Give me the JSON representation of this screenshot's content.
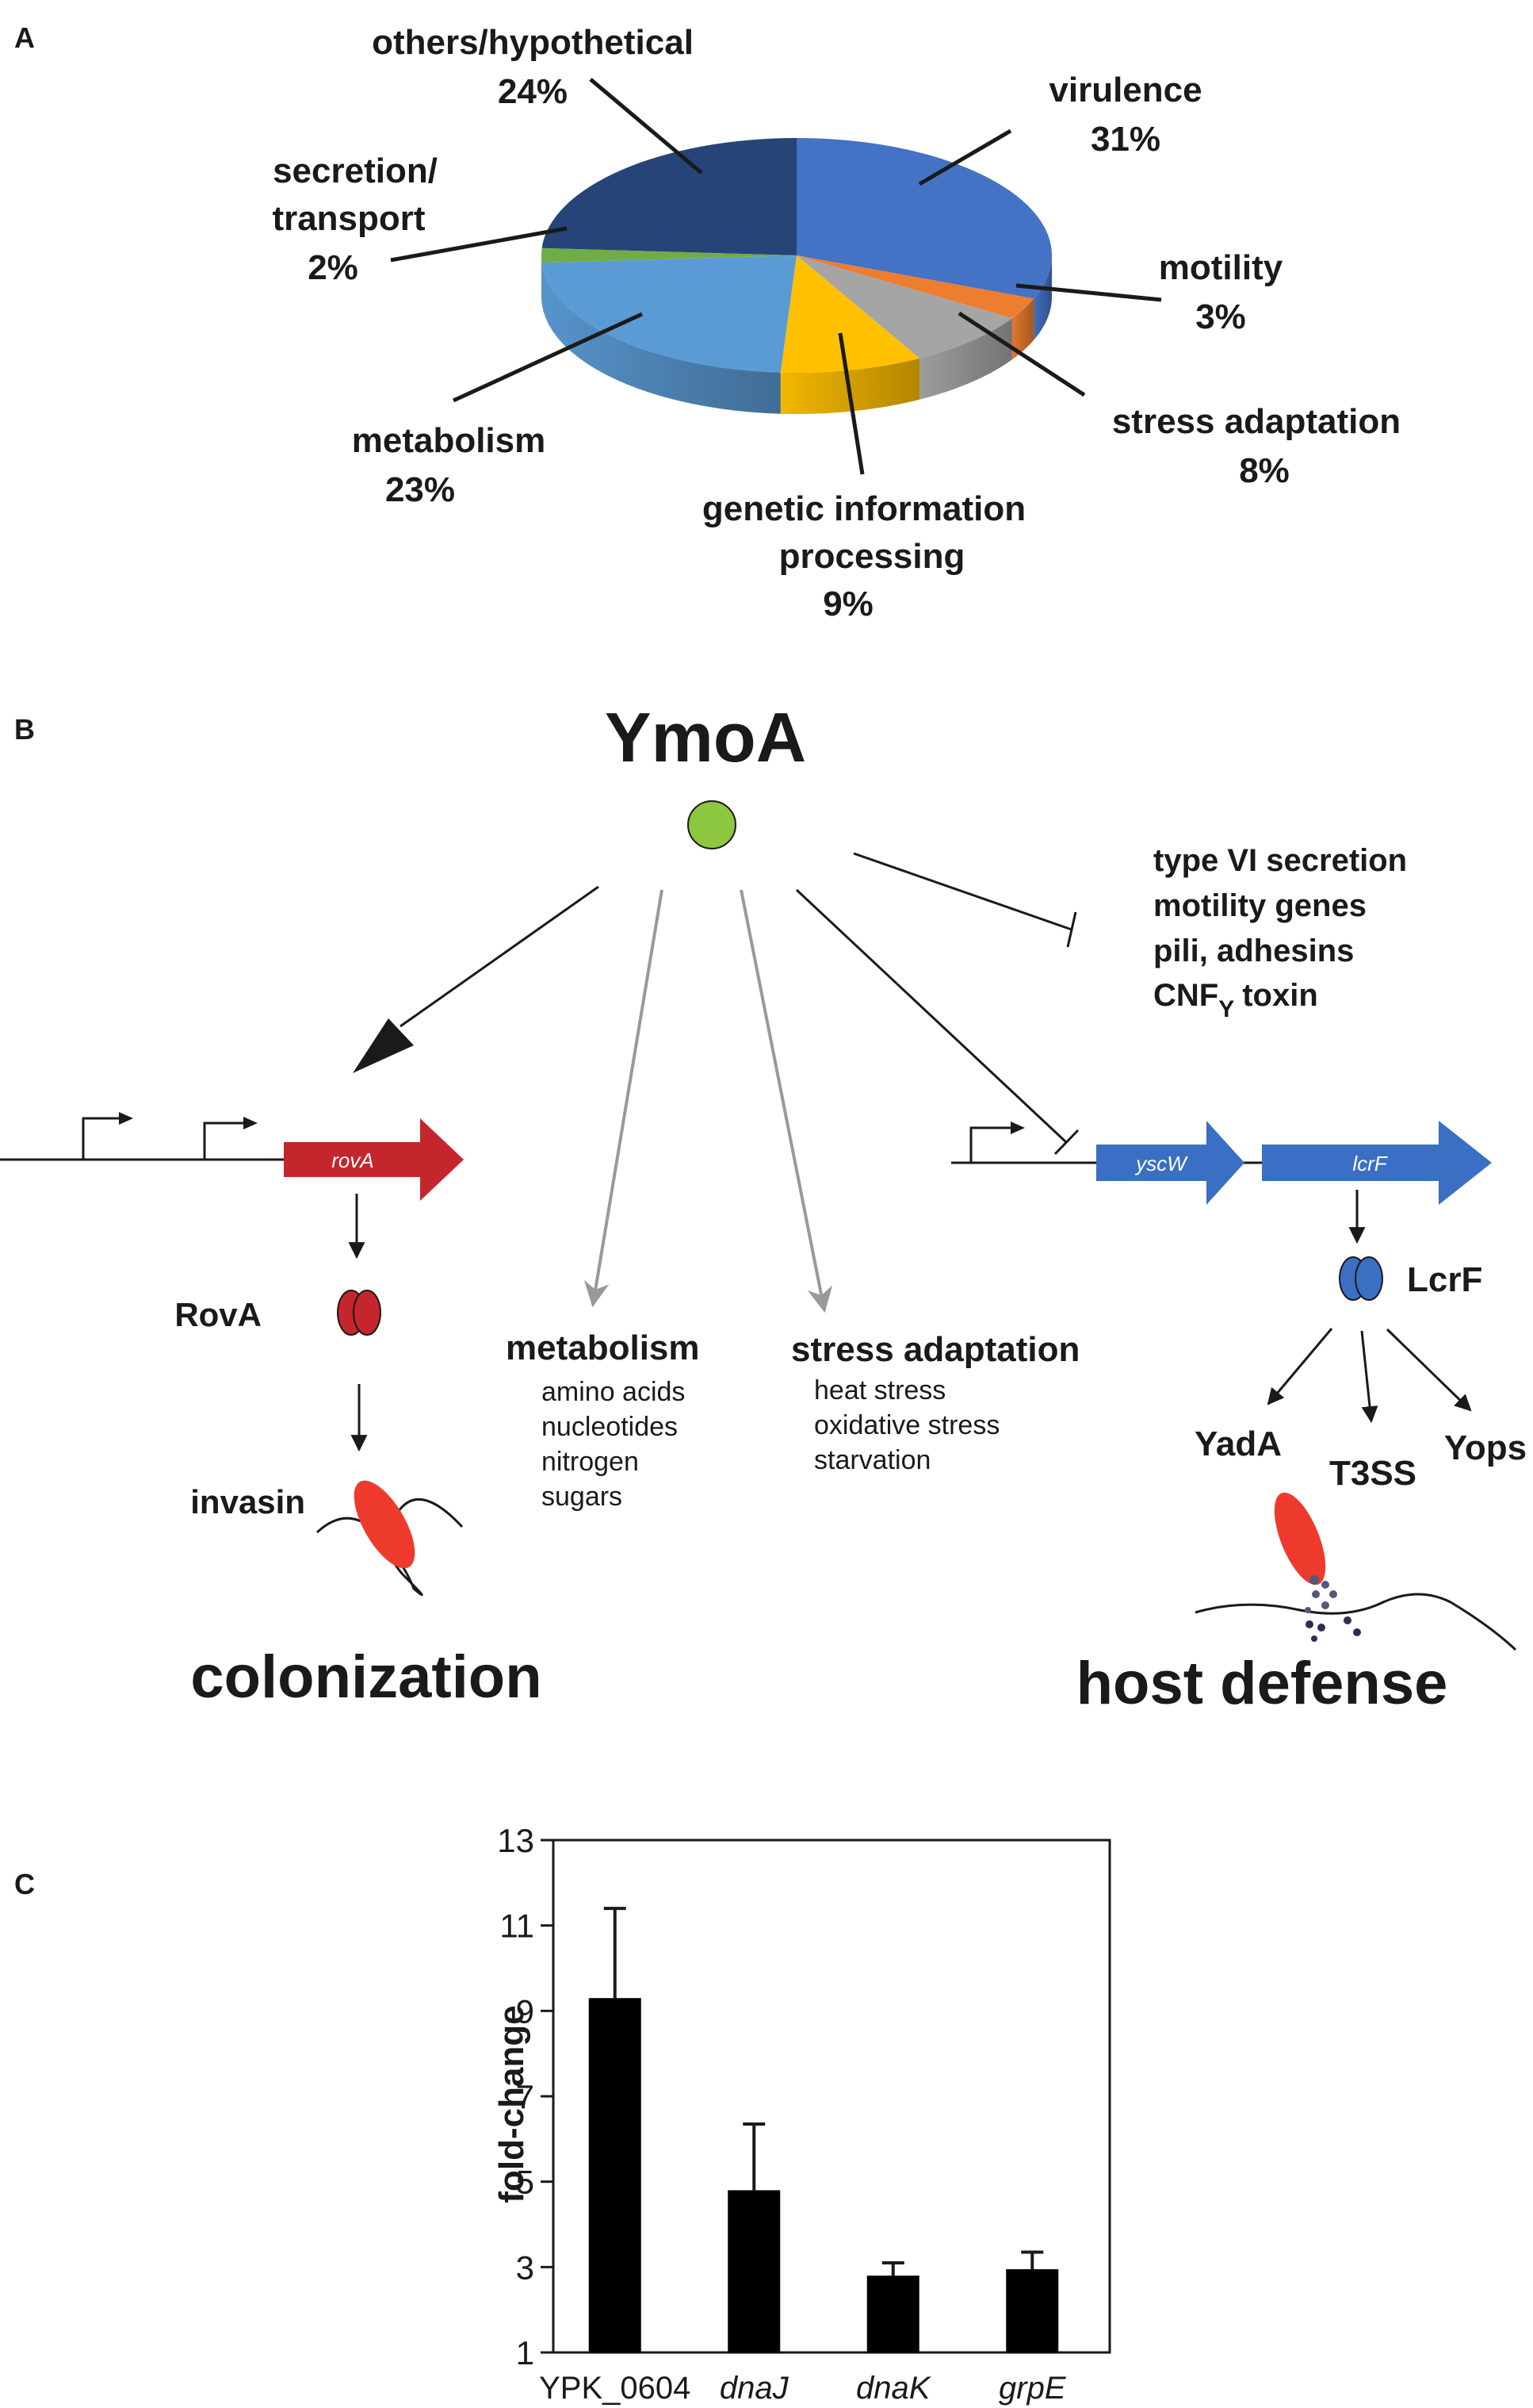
{
  "panel_a": {
    "letter": "A",
    "labels": {
      "others": [
        "others/hypothetical",
        "24%"
      ],
      "virulence": [
        "virulence",
        "31%"
      ],
      "secretion": [
        "secretion/",
        "transport",
        "2%"
      ],
      "motility": [
        "motility",
        "3%"
      ],
      "stress": [
        "stress adaptation",
        "8%"
      ],
      "metabolism": [
        "metabolism",
        "23%"
      ],
      "genetic": [
        "genetic information",
        "processing",
        "9%"
      ]
    }
  },
  "panel_b": {
    "letter": "B",
    "regulator": "YmoA",
    "repressed_list": [
      "type VI secretion",
      "motility genes",
      "pili, adhesins",
      "CNF",
      "Y",
      "toxin"
    ],
    "genes": {
      "rovA": "rovA",
      "yscW": "yscW",
      "lcrF": "lcrF"
    },
    "proteins": {
      "rova": "RovA",
      "lcrf": "LcrF"
    },
    "invasin": "invasin",
    "metabolism": {
      "title": "metabolism",
      "items": [
        "amino acids",
        "nucleotides",
        "nitrogen",
        "sugars"
      ]
    },
    "stress": {
      "title": "stress adaptation",
      "items": [
        "heat stress",
        "oxidative stress",
        "starvation"
      ]
    },
    "effectors": {
      "yada": "YadA",
      "t3ss": "T3SS",
      "yops": "Yops"
    },
    "outcomes": {
      "colonization": "colonization",
      "host_defense": "host defense"
    }
  },
  "panel_c": {
    "letter": "C"
  },
  "chart_data": [
    {
      "type": "pie",
      "categories": [
        "virulence",
        "motility",
        "stress adaptation",
        "genetic information processing",
        "metabolism",
        "secretion/transport",
        "others/hypothetical"
      ],
      "values": [
        31,
        3,
        8,
        9,
        23,
        2,
        24
      ],
      "colors": [
        "#4472c4",
        "#ed7d31",
        "#a5a5a5",
        "#ffc000",
        "#5b9bd5",
        "#70ad47",
        "#264478"
      ]
    },
    {
      "type": "bar",
      "categories": [
        "YPK_0604",
        "dnaJ",
        "dnaK",
        "grpE"
      ],
      "values": [
        9.3,
        4.8,
        2.8,
        2.95
      ],
      "errors": [
        2.1,
        1.55,
        0.3,
        0.4
      ],
      "ylabel": "fold-change",
      "ylim": [
        1,
        13
      ],
      "yticks": [
        1,
        3,
        5,
        7,
        9,
        11,
        13
      ],
      "bar_color": "#000000"
    }
  ]
}
